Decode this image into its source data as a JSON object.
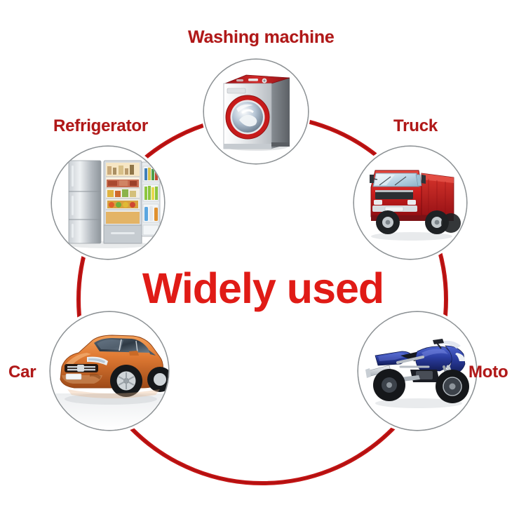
{
  "graphic": {
    "type": "radial-product-application-diagram",
    "center_title": "Widely used",
    "center_title_color": "#e01b16",
    "ring_color": "#c41414",
    "label_color": "#b01818",
    "node_border_color": "#8d9295",
    "background_color": "#ffffff"
  },
  "nodes": [
    {
      "id": "washing-machine",
      "label": "Washing machine",
      "icon": "washing-machine-photo",
      "description": "Front-loading washing machine with red top panel and red door ring",
      "colors": {
        "body": "#e9ecee",
        "accent": "#c4161c",
        "door": "#c2c9d6"
      }
    },
    {
      "id": "refrigerator",
      "label": "Refrigerator",
      "icon": "refrigerator-photo",
      "description": "Silver closed refrigerator beside an open refrigerator stocked with food and drinks",
      "colors": {
        "body": "#b9bfc4",
        "interior": "#f3e7cf",
        "accent": "#7fbf3f"
      }
    },
    {
      "id": "truck",
      "label": "Truck",
      "icon": "truck-photo",
      "description": "Red dump truck with tipper bed",
      "colors": {
        "body": "#cf1f1f",
        "glass": "#cfe3ef",
        "tire": "#2a2a2a"
      }
    },
    {
      "id": "car",
      "label": "Car",
      "icon": "car-photo",
      "description": "Orange sedan car in three-quarter front view",
      "colors": {
        "body": "#e07a33",
        "glass": "#3a4450",
        "tire": "#2a2a2a"
      }
    },
    {
      "id": "moto",
      "label": "Moto",
      "icon": "motorcycle-photo",
      "description": "Blue sport motorcycle facing right",
      "colors": {
        "body": "#2f44a8",
        "fairing": "#dfe4ee",
        "tire": "#1d1d1d"
      }
    }
  ]
}
